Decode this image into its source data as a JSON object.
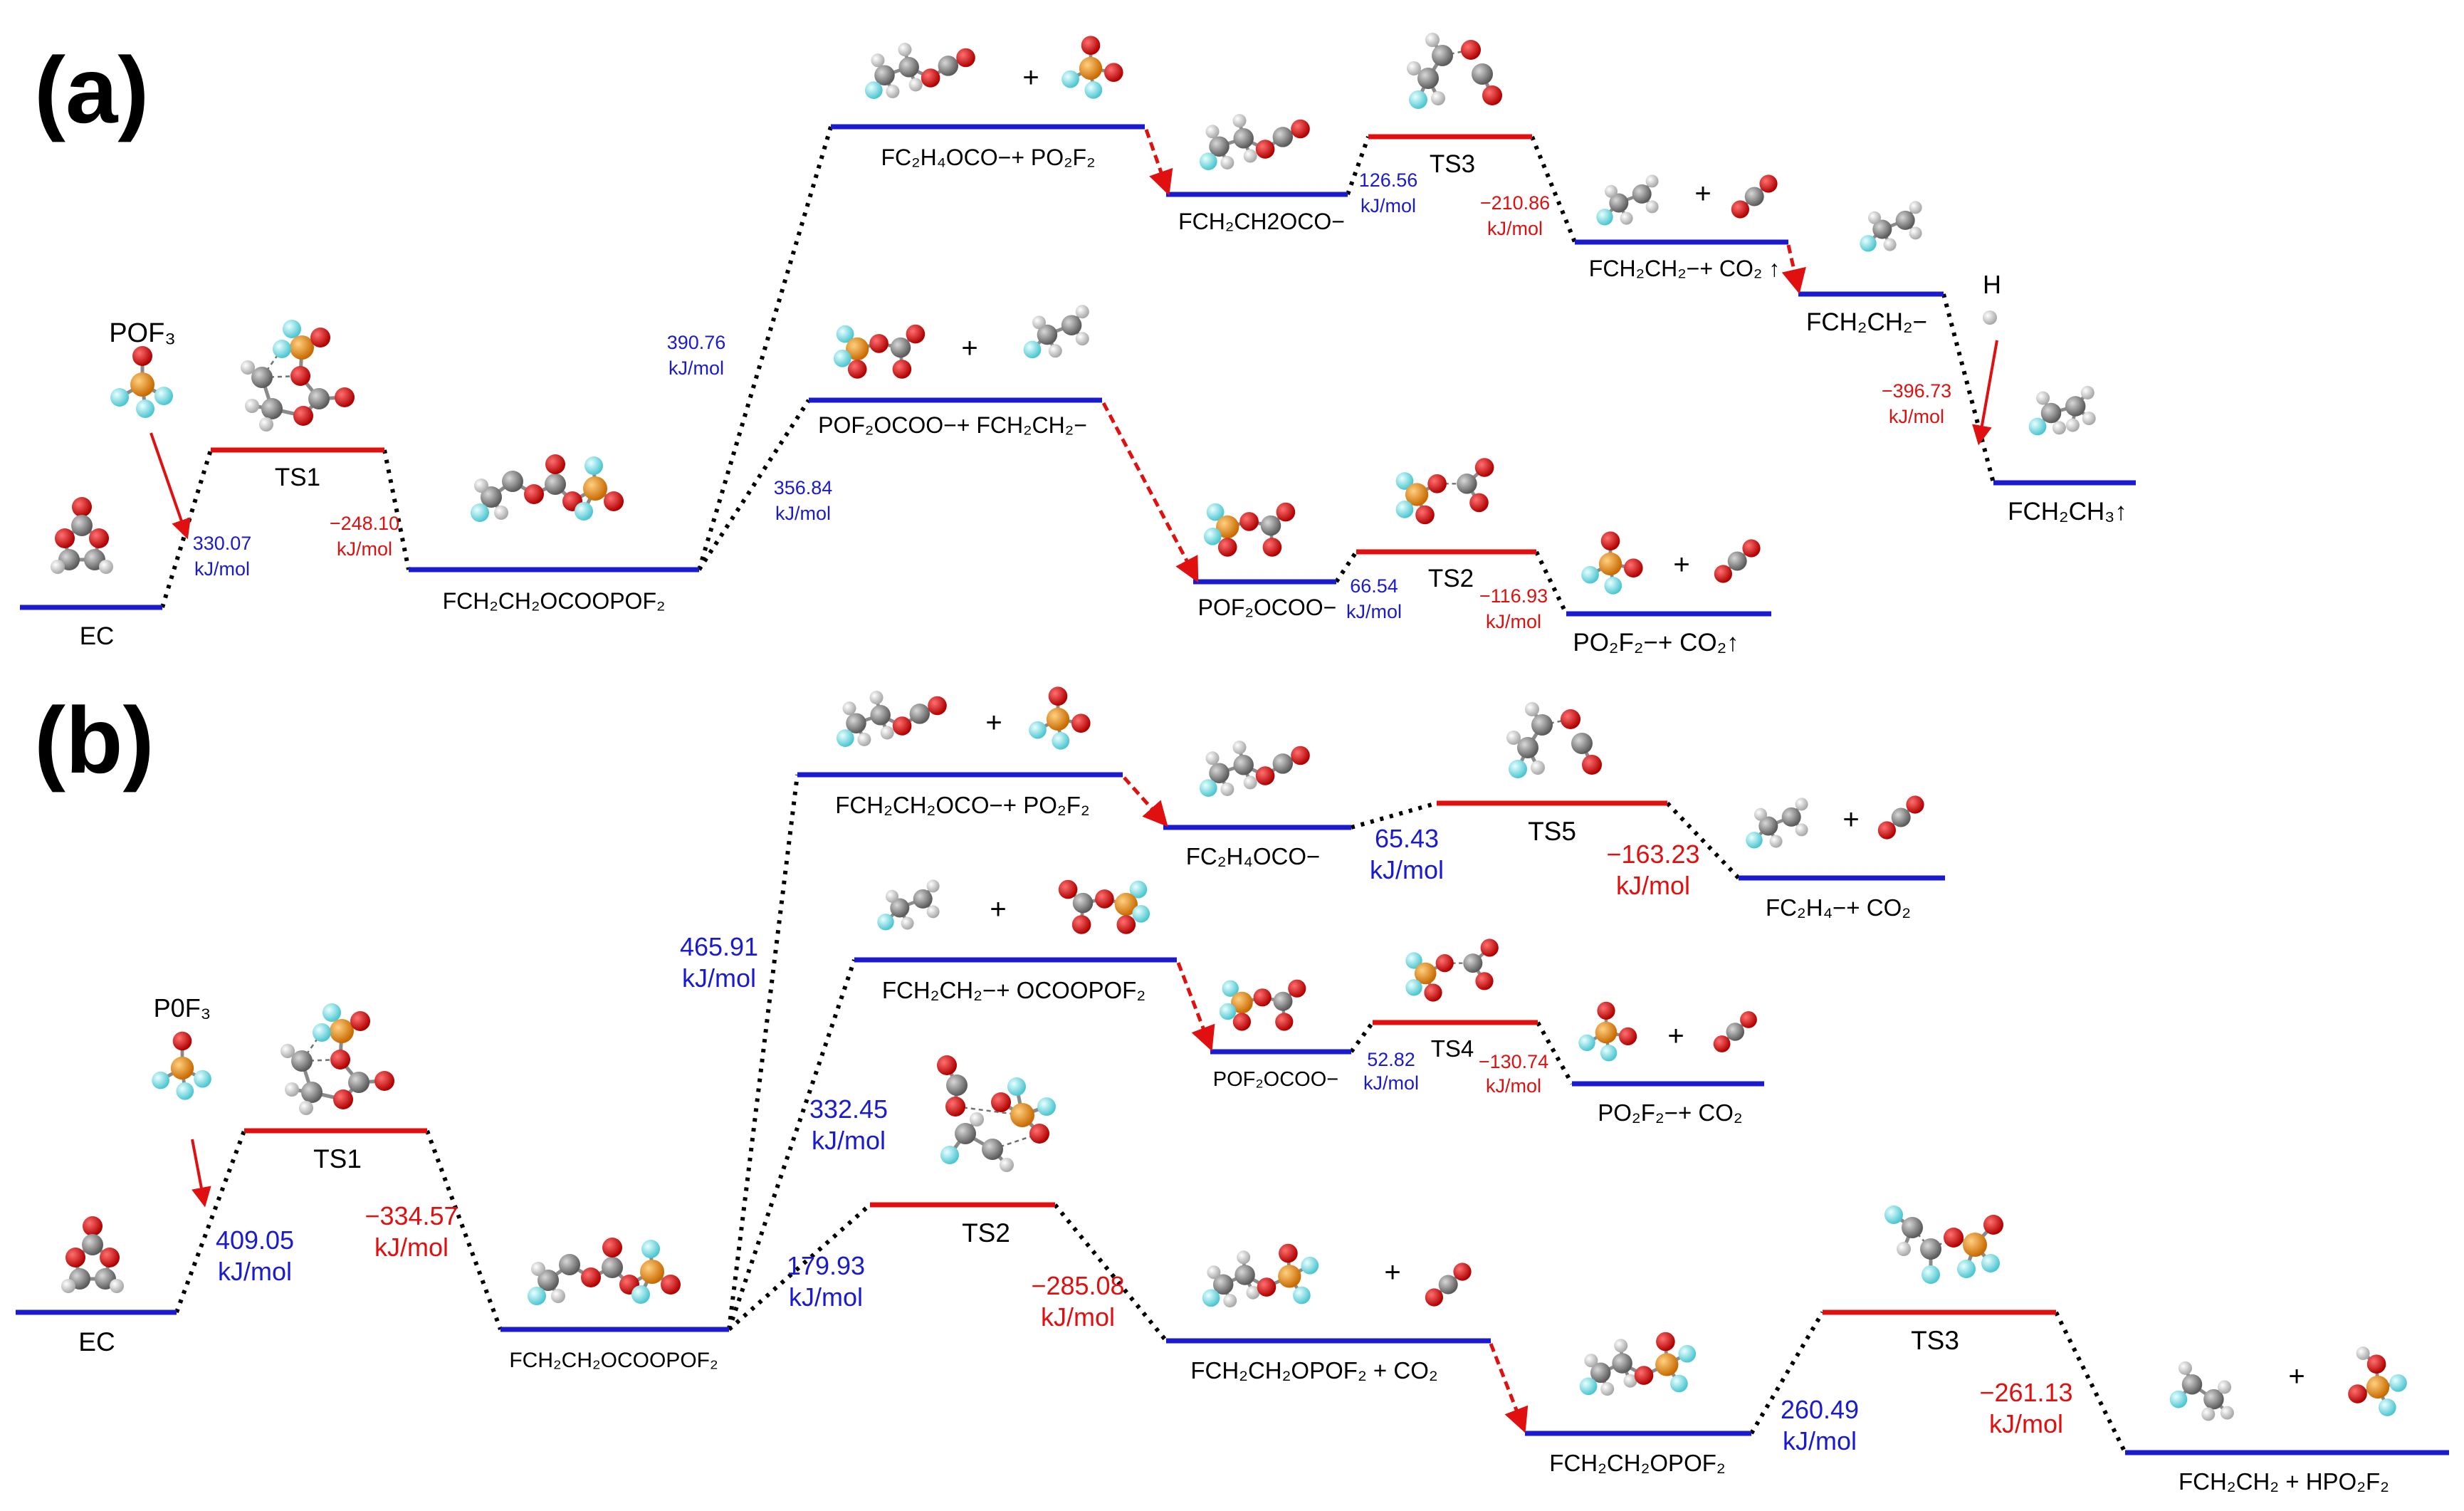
{
  "colors": {
    "level_stable": "#1a1acf",
    "level_ts": "#e01010",
    "barrier": "#1a1acf",
    "release": "#e01010",
    "connector": "#000000",
    "carbon": "#7d7d7d",
    "hydrogen": "#d7d7d7",
    "oxygen": "#e00000",
    "fluorine": "#7fe0e8",
    "phosphorus": "#f08c00"
  },
  "panel_a": {
    "letter": "(a)",
    "levels": {
      "ec": "EC",
      "ts1": "TS1",
      "fch2ch2ocoopof2": "FCH₂CH₂OCOOPOF₂",
      "fc2h4oco_po2f2": "FC₂H₄OCO−+ PO₂F₂",
      "pof2ocoo_fch2ch2": "POF₂OCOO−+ FCH₂CH₂−",
      "fch2ch2oco": "FCH₂CH2OCO−",
      "ts3": "TS3",
      "fch2ch2_co2": "FCH₂CH₂−+ CO₂ ↑",
      "fch2ch2": "FCH₂CH₂−",
      "fch2ch3": "FCH₂CH₃↑",
      "pof2ocoo": "POF₂OCOO−",
      "ts2": "TS2",
      "po2f2_co2": "PO₂F₂−+ CO₂↑"
    },
    "species_labels": {
      "pof3": "POF₃",
      "h": "H"
    },
    "plus": "+",
    "energies": {
      "e1": "330.07",
      "e2": "−248.10",
      "e3": "390.76",
      "e4": "356.84",
      "e5": "126.56",
      "e6": "−210.86",
      "e7": "−396.73",
      "e8": "66.54",
      "e9": "−116.93"
    },
    "unit": "kJ/mol"
  },
  "panel_b": {
    "letter": "(b)",
    "levels": {
      "ec": "EC",
      "ts1": "TS1",
      "fch2ch2ocoopof2": "FCH₂CH₂OCOOPOF₂",
      "fch2ch2oco_po2f2": "FCH₂CH₂OCO−+ PO₂F₂",
      "fc2h4oco": "FC₂H₄OCO−",
      "ts5": "TS5",
      "fc2h4_co2": "FC₂H₄−+ CO₂",
      "fch2ch2_ocoopof2": "FCH₂CH₂−+ OCOOPOF₂",
      "pof2ocoo": "POF₂OCOO−",
      "ts4": "TS4",
      "po2f2_co2": "PO₂F₂−+ CO₂",
      "ts2": "TS2",
      "fch2ch2opof2_co2": "FCH₂CH₂OPOF₂ + CO₂",
      "fch2ch2opof2": "FCH₂CH₂OPOF₂",
      "ts3": "TS3",
      "fch2ch2_hpo2f2": "FCH₂CH₂ + HPO₂F₂"
    },
    "species_labels": {
      "pof3": "P0F₃"
    },
    "plus": "+",
    "energies": {
      "e1": "409.05",
      "e2": "−334.57",
      "e3": "465.91",
      "e4": "332.45",
      "e5": "179.93",
      "e6": "65.43",
      "e7": "−163.23",
      "e8": "52.82",
      "e9": "−130.74",
      "e10": "−285.08",
      "e11": "260.49",
      "e12": "−261.13"
    },
    "unit": "kJ/mol"
  }
}
